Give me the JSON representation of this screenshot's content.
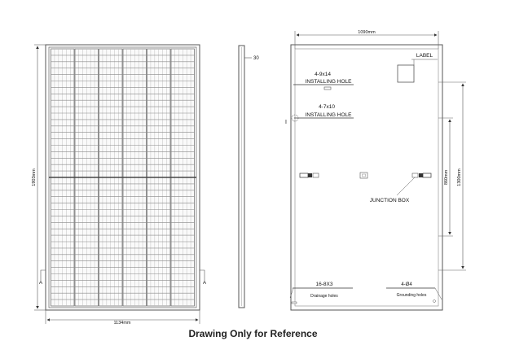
{
  "front_view": {
    "height_label": "1903mm",
    "width_label": "1134mm",
    "section_mark_left": "A",
    "section_mark_right": "A",
    "cell_columns": 6,
    "cell_rows_per_half": 20
  },
  "side_view": {
    "thickness_label": "30"
  },
  "back_view": {
    "width_label": "1090mm",
    "label_text": "LABEL",
    "install_hole_1_size": "4-9x14",
    "install_hole_1_text": "INSTALLING HOLE",
    "install_hole_2_size": "4-7x10",
    "install_hole_2_text": "INSTALLING HOLE",
    "detail_mark": "I",
    "junction_box_text": "JUNCTION BOX",
    "dim_inner_label": "860mm",
    "dim_outer_label": "1300mm",
    "drainage_size": "16-8X3",
    "drainage_text": "Drainage holes",
    "grounding_size": "4-Ø4",
    "grounding_text": "Grounding holes"
  },
  "caption": "Drawing Only for Reference"
}
